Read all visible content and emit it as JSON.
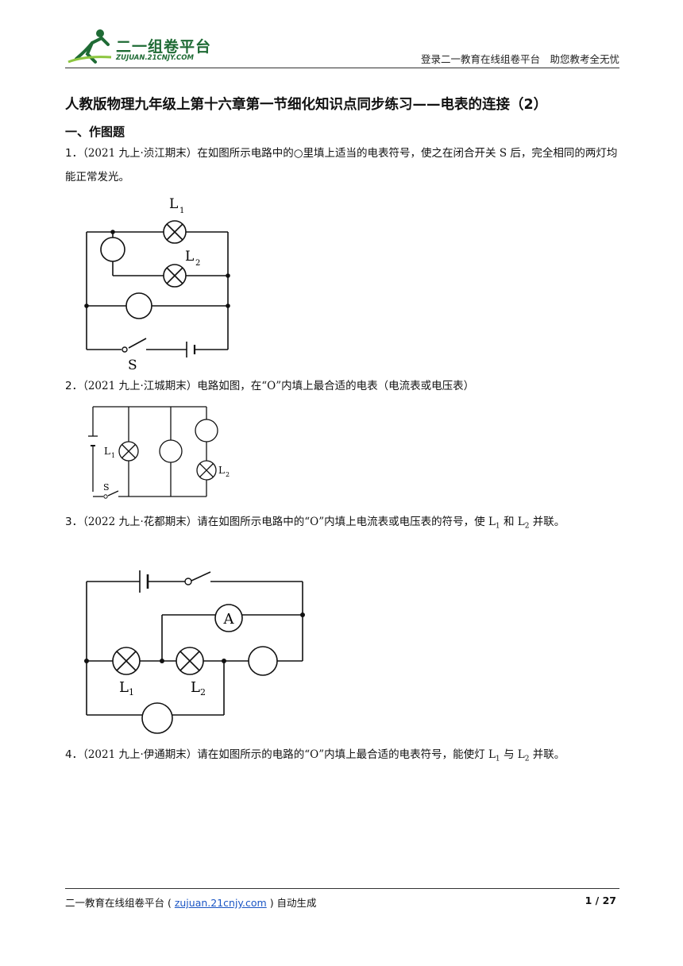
{
  "header": {
    "logo_text": "二一组卷平台",
    "logo_sub": "ZUJUAN.21CNJY.COM",
    "right_text": "登录二一教育在线组卷平台　助您教考全无忧"
  },
  "title": "人教版物理九年级上第十六章第一节细化知识点同步练习——电表的连接（2）",
  "section": "一、作图题",
  "questions": [
    {
      "num": "1．",
      "text": "（2021 九上·浈江期末）在如图所示电路中的○里填上适当的电表符号，使之在闭合开关 S 后，完全相同的两灯均能正常发光。"
    },
    {
      "num": "2．",
      "text": "（2021 九上·江城期末）电路如图，在“O”内填上最合适的电表（电流表或电压表）"
    },
    {
      "num": "3．",
      "text_a": "（2022 九上·花都期末）请在如图所示电路中的“O”内填上电流表或电压表的符号，使 L",
      "text_b": " 和 L",
      "text_c": " 并联。"
    },
    {
      "num": "4．",
      "text_a": "（2021 九上·伊通期末）请在如图所示的电路的“O”内填上最合适的电表符号，能使灯 L",
      "text_b": " 与 L",
      "text_c": " 并联。"
    }
  ],
  "figures": {
    "fig1": {
      "L1": "L",
      "L1_sub": "1",
      "L2": "L",
      "L2_sub": "2",
      "S": "S"
    },
    "fig2": {
      "L1": "L",
      "L1_sub": "1",
      "L2": "L",
      "L2_sub": "2",
      "S": "S"
    },
    "fig3": {
      "A": "A",
      "L1": "L",
      "L1_sub": "1",
      "L2": "L",
      "L2_sub": "2"
    }
  },
  "footer": {
    "left_a": "二一教育在线组卷平台 ( ",
    "link": "zujuan.21cnjy.com",
    "left_b": " ) 自动生成",
    "page": "1 / 27"
  },
  "colors": {
    "logo_green": "#1f6b35",
    "link_blue": "#1a55c4"
  }
}
